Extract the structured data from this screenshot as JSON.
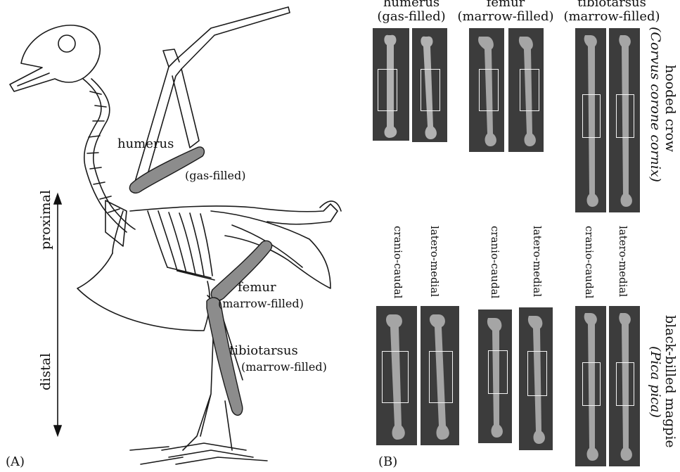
{
  "panel_a": {
    "tag": "(A)",
    "labels": {
      "humerus": "humerus",
      "humerus_state": "(gas-filled)",
      "femur": "femur",
      "femur_state": "(marrow-filled)",
      "tibiotarsus": "tibiotarsus",
      "tibiotarsus_state": "(marrow-filled)",
      "proximal": "proximal",
      "distal": "distal"
    },
    "colors": {
      "highlighted_bone": "#8c8c8c",
      "outline": "#1a1a1a"
    }
  },
  "panel_b": {
    "tag": "(B)",
    "column_headers": [
      {
        "bone": "humerus",
        "state": "(gas-filled)"
      },
      {
        "bone": "femur",
        "state": "(marrow-filled)"
      },
      {
        "bone": "tibiotarsus",
        "state": "(marrow-filled)"
      }
    ],
    "views": [
      "cranio-caudal",
      "latero-medial",
      "cranio-caudal",
      "latero-medial",
      "cranio-caudal",
      "latero-medial"
    ],
    "species": [
      {
        "common": "hooded crow",
        "latin": "(Corvus corone cornix)"
      },
      {
        "common": "black-billed magpie",
        "latin": "(Pica pica)"
      }
    ],
    "colors": {
      "xray_bg": "#3c3c3c",
      "bone": "#cfcfcf",
      "roi": "#f4f4f4"
    }
  }
}
